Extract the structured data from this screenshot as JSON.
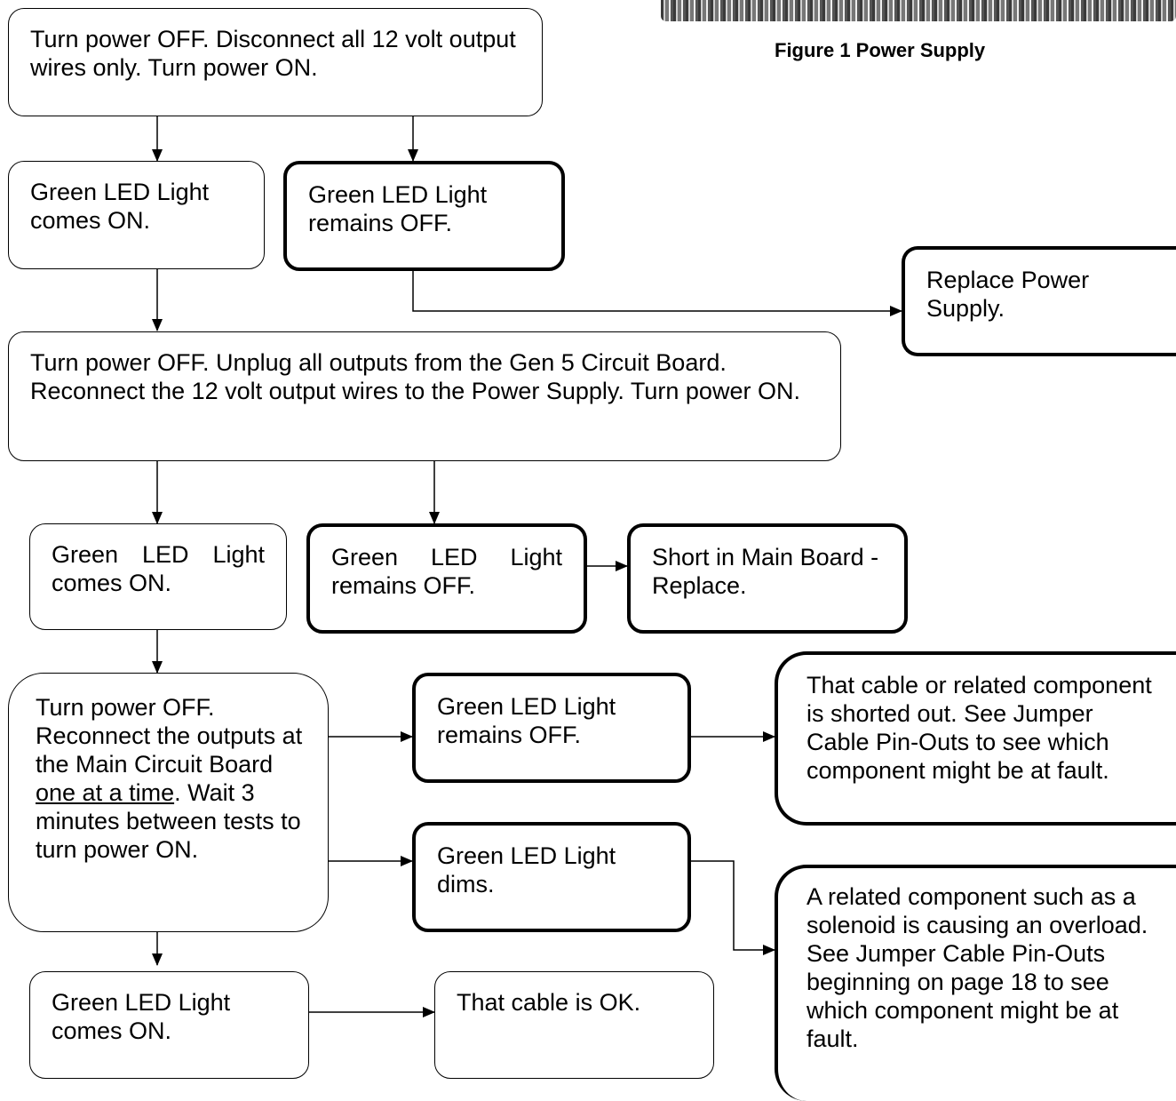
{
  "figure": {
    "caption": "Figure 1 Power Supply"
  },
  "steps": {
    "step1": "Turn power OFF. Disconnect all 12 volt output wires only. Turn power ON.",
    "green_on_1": "Green LED Light comes ON.",
    "green_off_1": "Green LED Light remains OFF.",
    "replace_ps": "Replace Power Supply.",
    "step2": "Turn power OFF. Unplug all outputs from the Gen 5 Circuit Board. Reconnect the 12 volt output wires to the Power Supply. Turn power ON.",
    "green_on_2": "Green LED Light comes ON.",
    "green_off_2": "Green LED Light remains OFF.",
    "short_main": "Short in Main Board - Replace.",
    "step3_pre": "Turn power OFF. Reconnect the outputs at the Main Circuit Board ",
    "step3_underline": "one at a time",
    "step3_post": ". Wait 3 minutes between tests to turn power ON.",
    "green_off_3": "Green LED Light remains OFF.",
    "cable_shorted": "That cable or related component is shorted out. See Jumper Cable Pin-Outs to see which component might be at fault.",
    "green_dims": "Green LED Light dims.",
    "overload": "A related component such as a solenoid is causing an overload. See Jumper Cable Pin-Outs beginning on page 18 to see which component might be at fault.",
    "green_on_3": "Green LED Light comes ON.",
    "cable_ok": "That cable is OK."
  }
}
